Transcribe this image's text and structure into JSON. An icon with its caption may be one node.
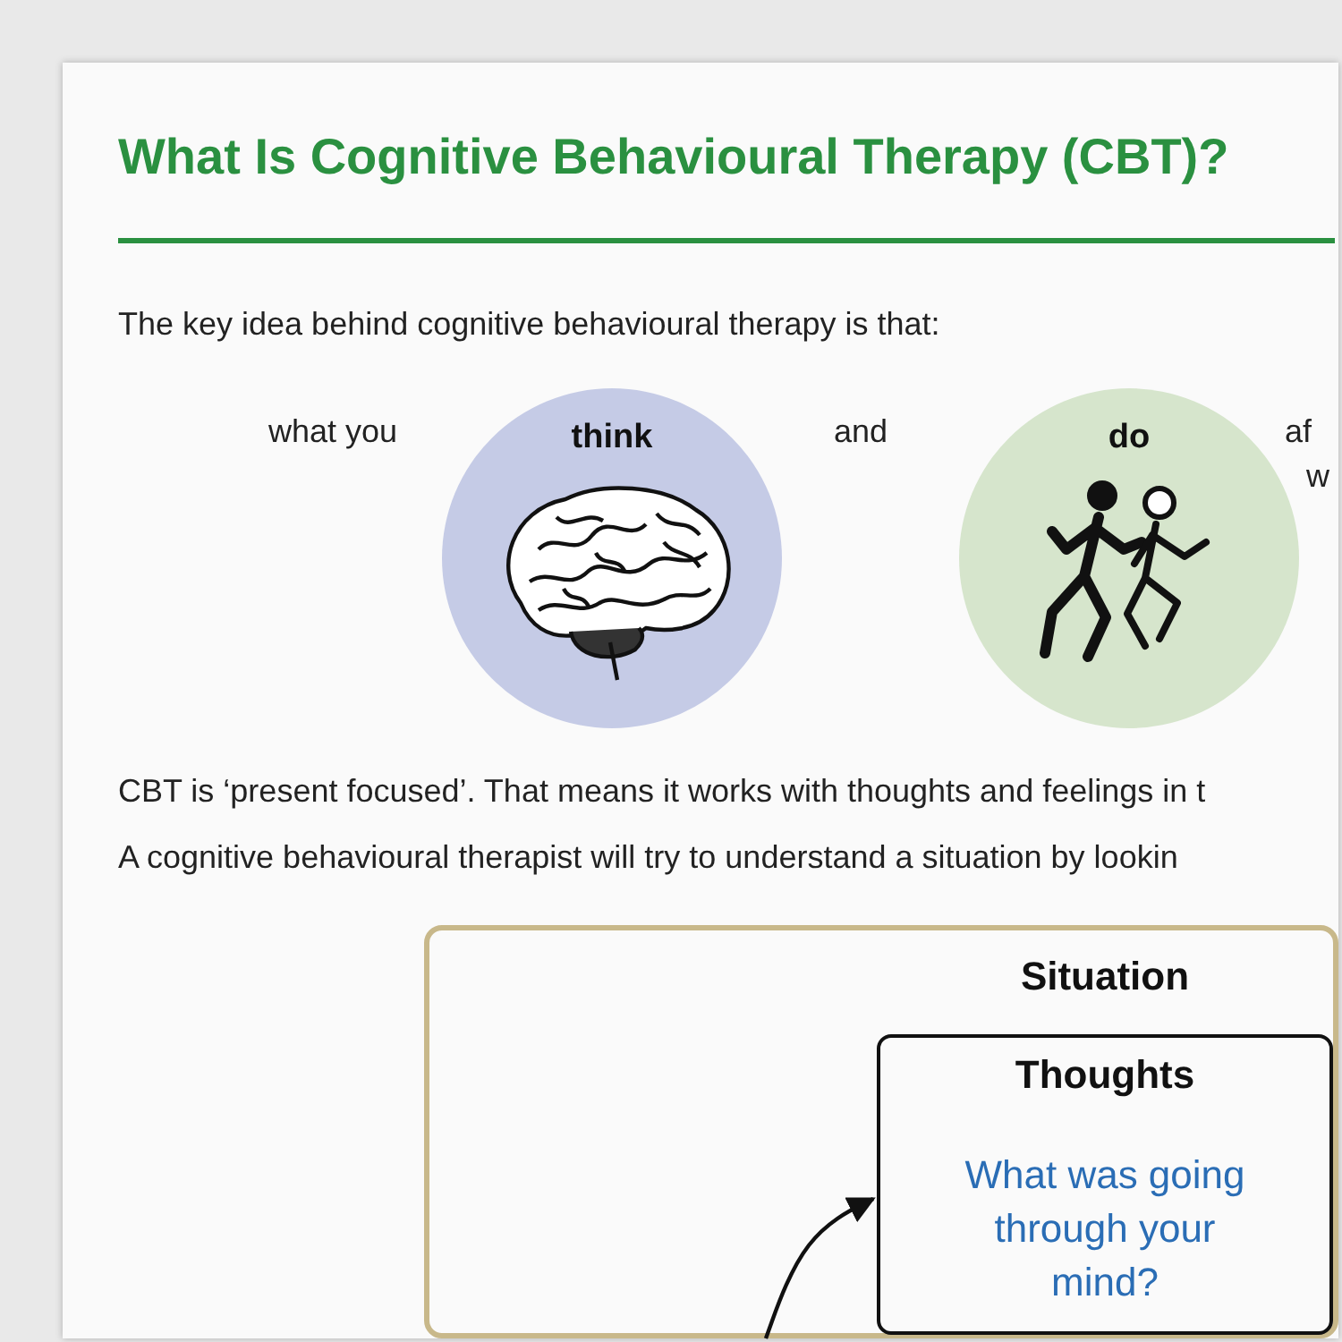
{
  "diagram": {
    "title": "What Is Cognitive Behavioural Therapy (CBT)?",
    "nodes": [
      {
        "text": [
          "think"
        ]
      },
      {
        "text": [
          "do"
        ]
      },
      {
        "text": [
          "Situation"
        ]
      },
      {
        "text": [
          "Thoughts",
          "What was going through your mind?"
        ],
        "in": 2
      }
    ],
    "edges": [
      {
        "from": null,
        "to": 3,
        "arrow": "to"
      }
    ],
    "labels": [
      "The key idea behind cognitive behavioural therapy is that:",
      "what you",
      "and",
      "af",
      "w",
      "CBT is ‘present focused’. That means it works with thoughts and feelings in t",
      "A cognitive behavioural therapist will try to understand a situation by lookin"
    ]
  }
}
